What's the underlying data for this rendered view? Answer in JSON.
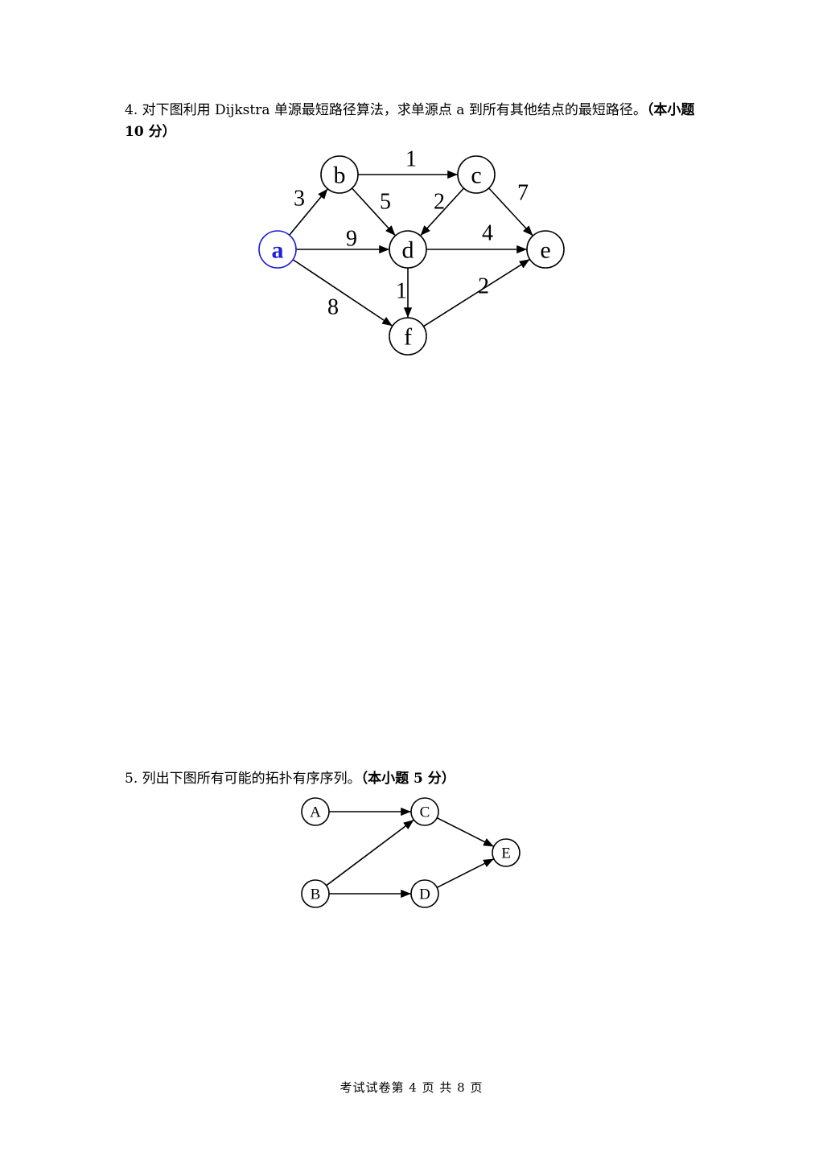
{
  "question4": {
    "text": "4.  对下图利用 Dijkstra 单源最短路径算法，求单源点 a 到所有其他结点的最短路径。",
    "score": "（本小题 10 分）"
  },
  "graph1": {
    "nodes": [
      "a",
      "b",
      "c",
      "d",
      "e",
      "f"
    ],
    "source_color": "#1f1fd6",
    "edges": [
      {
        "from": "a",
        "to": "b",
        "weight": "3"
      },
      {
        "from": "b",
        "to": "c",
        "weight": "1"
      },
      {
        "from": "b",
        "to": "d",
        "weight": "5"
      },
      {
        "from": "c",
        "to": "d",
        "weight": "2"
      },
      {
        "from": "c",
        "to": "e",
        "weight": "7"
      },
      {
        "from": "a",
        "to": "d",
        "weight": "9"
      },
      {
        "from": "d",
        "to": "e",
        "weight": "4"
      },
      {
        "from": "d",
        "to": "f",
        "weight": "1"
      },
      {
        "from": "f",
        "to": "e",
        "weight": "2"
      },
      {
        "from": "a",
        "to": "f",
        "weight": "8"
      }
    ]
  },
  "question5": {
    "text": "5. 列出下图所有可能的拓扑有序序列。",
    "score": "（本小题 5 分）"
  },
  "graph2": {
    "nodes": [
      "A",
      "B",
      "C",
      "D",
      "E"
    ],
    "edges": [
      {
        "from": "A",
        "to": "C"
      },
      {
        "from": "B",
        "to": "C"
      },
      {
        "from": "B",
        "to": "D"
      },
      {
        "from": "C",
        "to": "E"
      },
      {
        "from": "D",
        "to": "E"
      }
    ]
  },
  "footer": "考试试卷第 4 页 共 8 页"
}
